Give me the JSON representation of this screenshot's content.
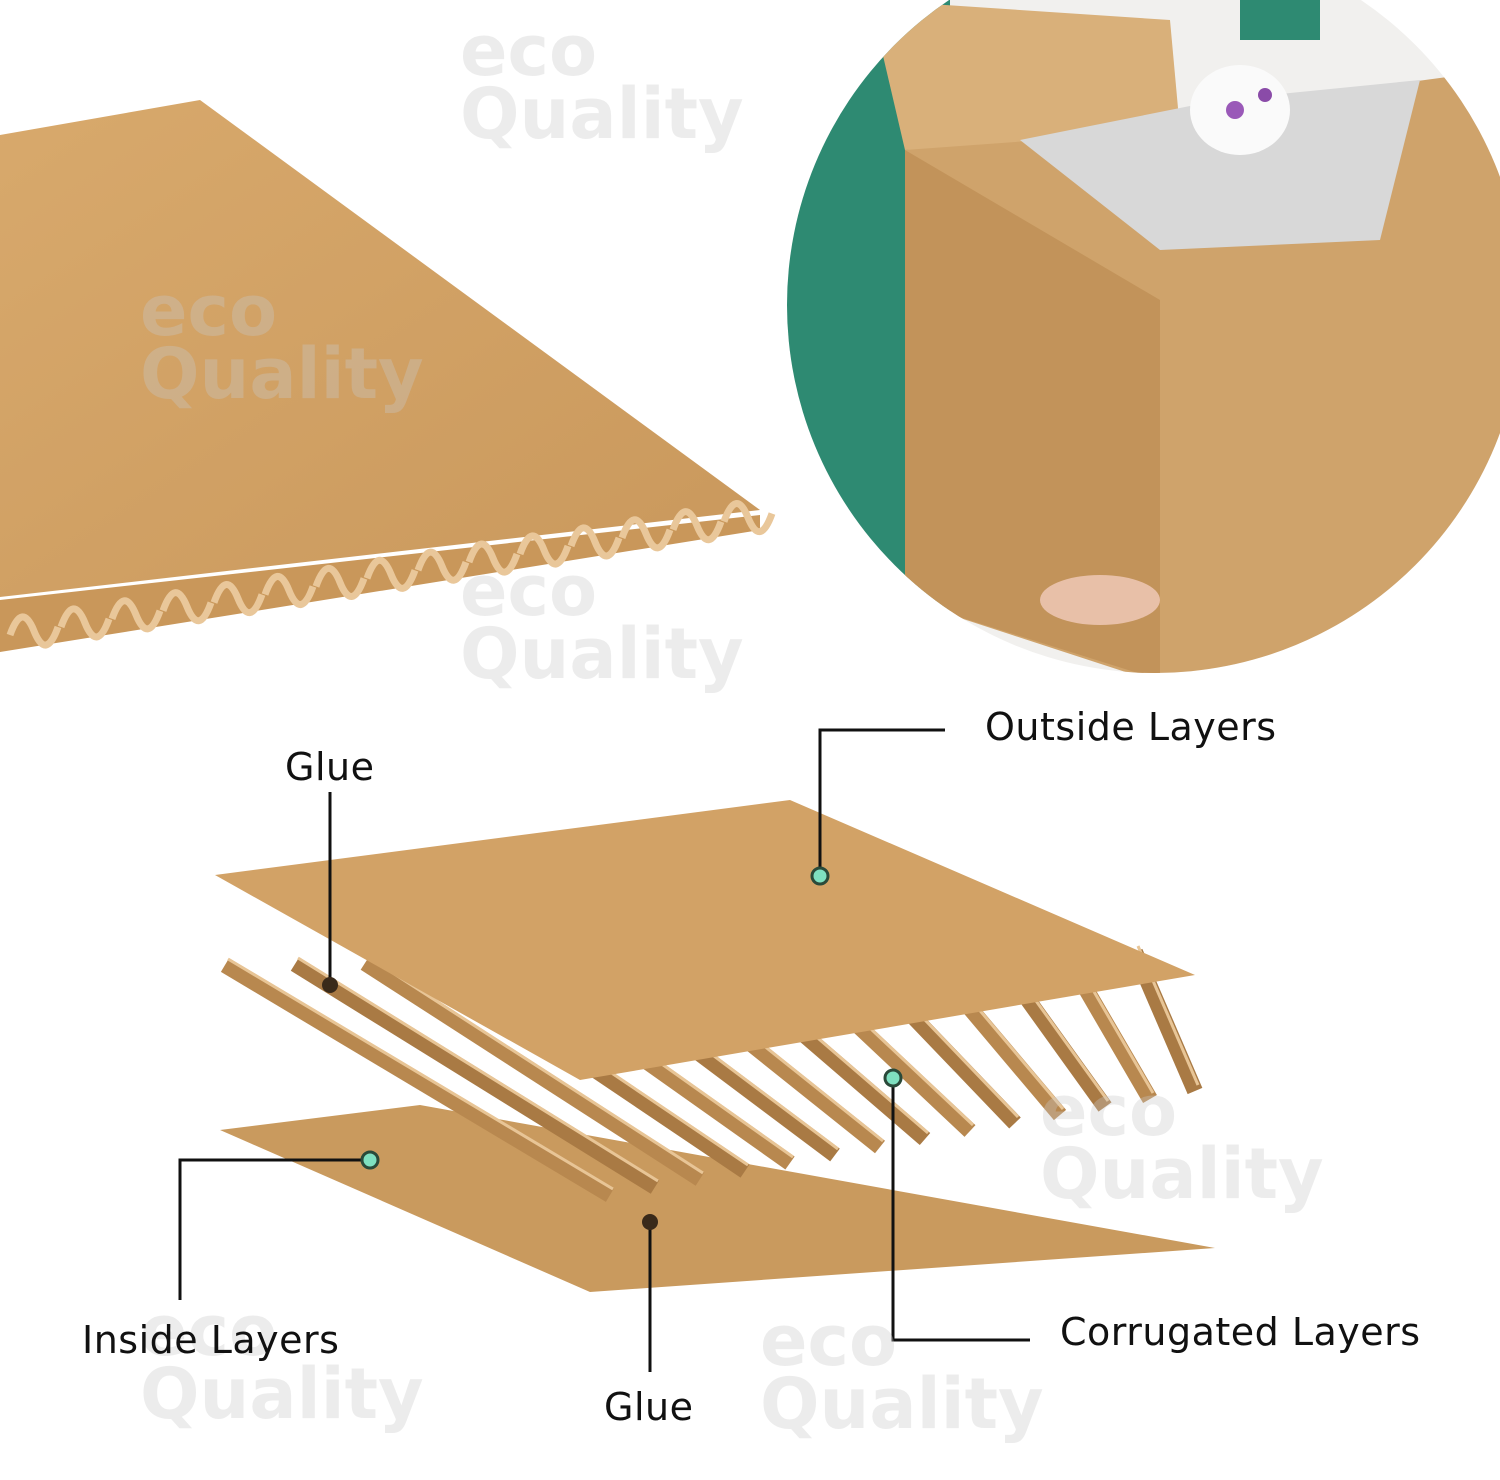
{
  "watermark": "eco Quality",
  "labels": {
    "outside_layers": "Outside Layers",
    "glue_top": "Glue",
    "inside_layers": "Inside Layers",
    "glue_bottom": "Glue",
    "corrugated_layers": "Corrugated Layers"
  },
  "colors": {
    "cardboard": "#d4a468",
    "cardboard_dark": "#a97a44",
    "marker": "#7fe0c0",
    "shirt": "#2e8a72"
  }
}
